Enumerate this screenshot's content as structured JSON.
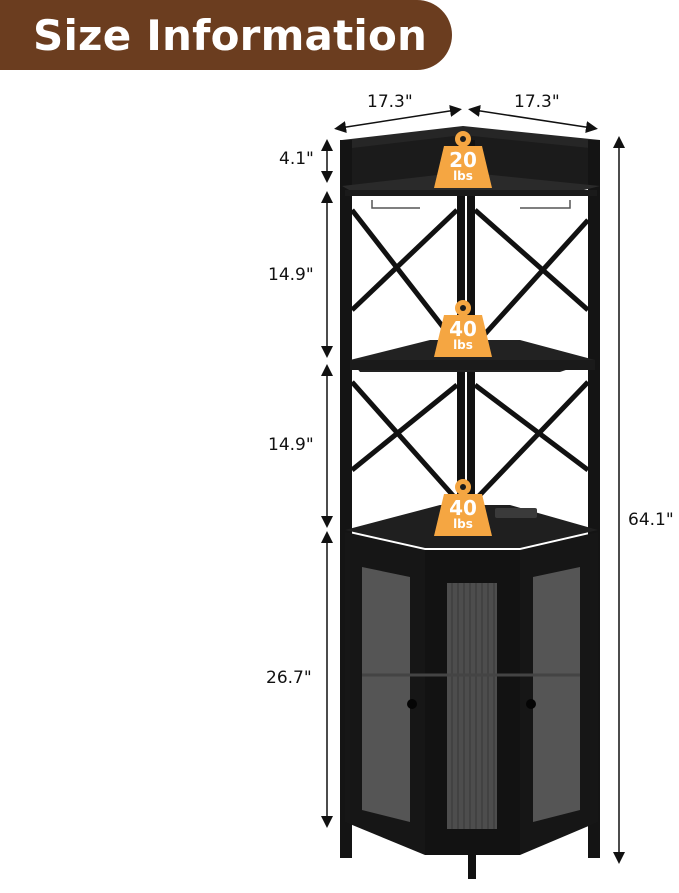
{
  "banner": {
    "title": "Size Information",
    "color": "#6b3d1f"
  },
  "dimensions": {
    "width_left": "17.3\"",
    "width_right": "17.3\"",
    "top_section_height": "4.1\"",
    "shelf_gap_upper": "14.9\"",
    "shelf_gap_lower": "14.9\"",
    "cabinet_height": "26.7\"",
    "total_height": "64.1\""
  },
  "weight_capacities": [
    {
      "value": "20",
      "unit": "lbs"
    },
    {
      "value": "40",
      "unit": "lbs"
    },
    {
      "value": "40",
      "unit": "lbs"
    }
  ],
  "colors": {
    "weight_badge": "#f5a642",
    "furniture": "#1c1c1c",
    "frame": "#141414"
  }
}
